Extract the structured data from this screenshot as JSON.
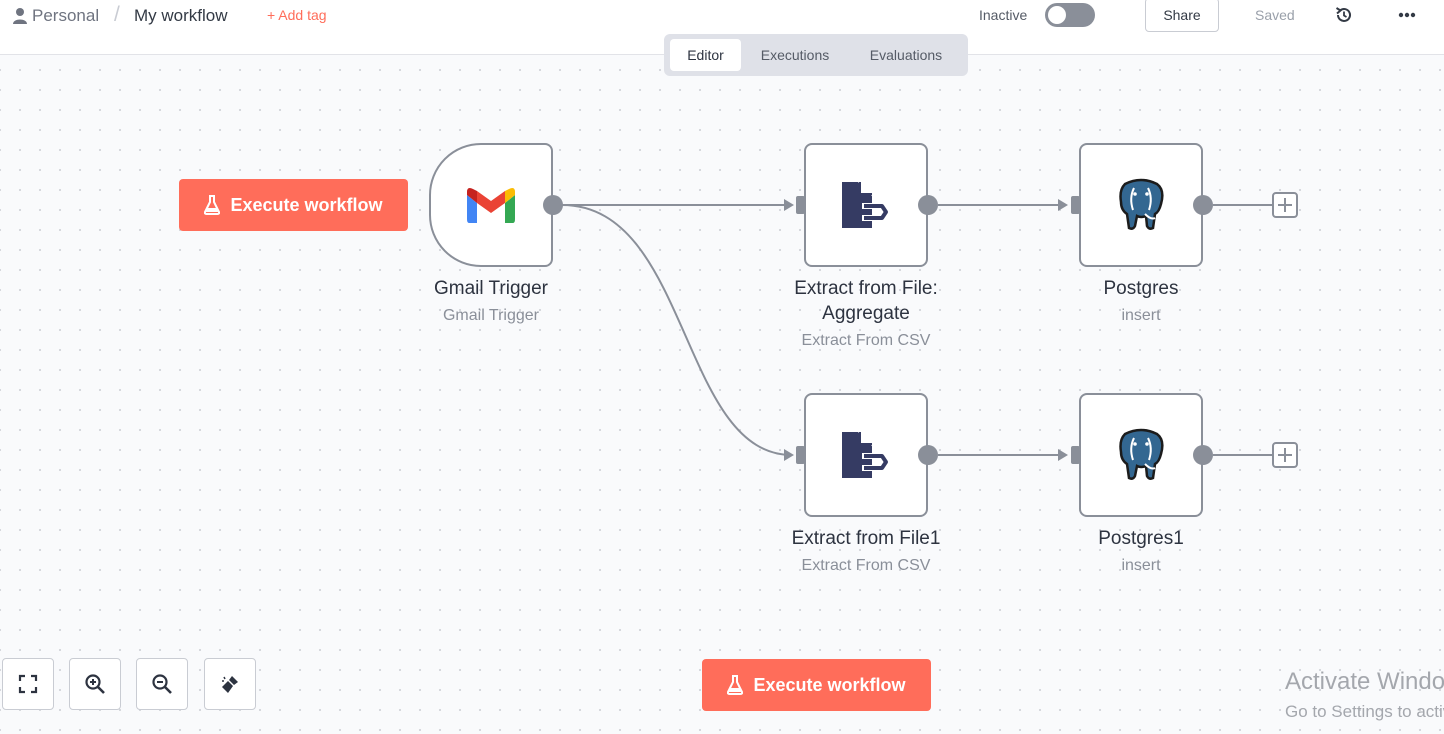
{
  "header": {
    "breadcrumb_project": "Personal",
    "breadcrumb_separator": "/",
    "workflow_name": "My workflow",
    "add_tag": "+ Add tag",
    "active_label": "Inactive",
    "active": false,
    "share": "Share",
    "save_status": "Saved"
  },
  "tabs": [
    {
      "label": "Editor",
      "selected": true
    },
    {
      "label": "Executions",
      "selected": false
    },
    {
      "label": "Evaluations",
      "selected": false
    }
  ],
  "nodes": [
    {
      "title": "Gmail Trigger",
      "subtitle": "Gmail Trigger",
      "icon": "gmail-icon"
    },
    {
      "title_line1": "Extract from File:",
      "title_line2": "Aggregate",
      "subtitle": "Extract From CSV",
      "icon": "extract-file-icon"
    },
    {
      "title": "Postgres",
      "subtitle": "insert",
      "icon": "postgres-icon"
    },
    {
      "title": "Extract from File1",
      "subtitle": "Extract From CSV",
      "icon": "extract-file-icon"
    },
    {
      "title": "Postgres1",
      "subtitle": "insert",
      "icon": "postgres-icon"
    }
  ],
  "buttons": {
    "execute_workflow_top": "Execute workflow",
    "execute_workflow_bottom": "Execute workflow"
  },
  "toolbar": [
    "fit-view-icon",
    "zoom-in-icon",
    "zoom-out-icon",
    "tidy-up-icon"
  ],
  "watermark": {
    "title": "Activate Windows",
    "subtitle": "Go to Settings to activate Windows."
  },
  "colors": {
    "accent": "#ff6d5a",
    "node_border": "#8a8f99",
    "canvas_bg": "#f9fafc"
  }
}
